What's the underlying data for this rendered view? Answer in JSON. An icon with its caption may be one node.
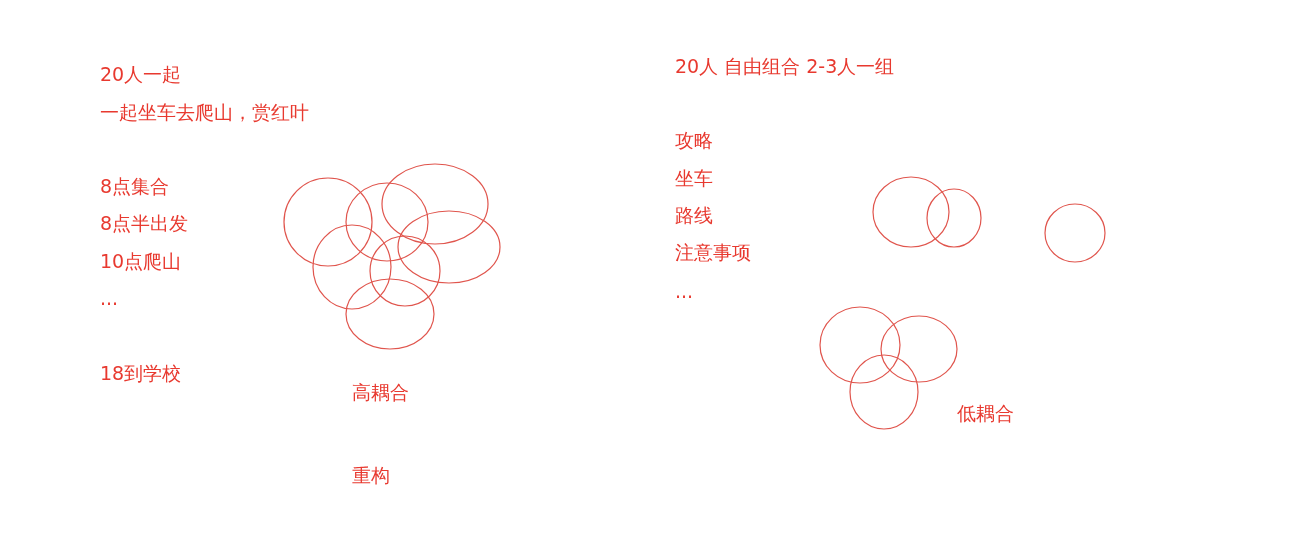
{
  "diagram": {
    "labels": [
      "20人一起",
      "一起坐车去爬山，赏红叶",
      "8点集合",
      "8点半出发",
      "10点爬山",
      "...",
      "18到学校",
      "高耦合",
      "重构",
      "20人 自由组合 2-3人一组",
      "攻略",
      "坐车",
      "路线",
      "注意事项",
      "...",
      "低耦合"
    ]
  }
}
